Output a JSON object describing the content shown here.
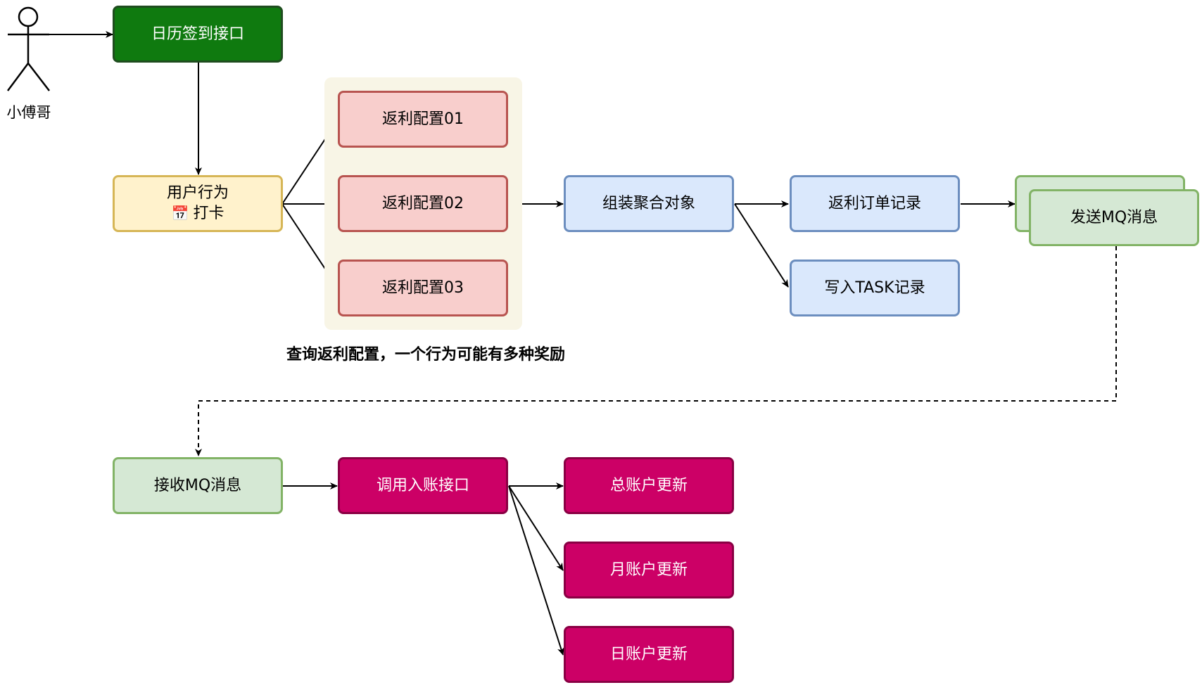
{
  "actor": {
    "label": "小傅哥"
  },
  "nodes": {
    "calendar_api": "日历签到接口",
    "user_behavior": {
      "line1": "用户行为",
      "icon": "calendar-icon",
      "icon_glyph": "📅",
      "line2": "打卡"
    },
    "rebate_config_01": "返利配置01",
    "rebate_config_02": "返利配置02",
    "rebate_config_03": "返利配置03",
    "assemble_aggregate": "组装聚合对象",
    "rebate_order_record": "返利订单记录",
    "write_task_record": "写入TASK记录",
    "send_mq": "发送MQ消息",
    "receive_mq": "接收MQ消息",
    "call_credit_api": "调用入账接口",
    "total_account_update": "总账户更新",
    "monthly_account_update": "月账户更新",
    "daily_account_update": "日账户更新"
  },
  "group_caption": "查询返利配置，一个行为可能有多种奖励",
  "colors": {
    "dark_green": "#0f7a0f",
    "yellow": "#fff2cc",
    "light_red": "#f8cecc",
    "blue": "#dae8fc",
    "light_green": "#d5e8d4",
    "magenta": "#cc0066"
  }
}
